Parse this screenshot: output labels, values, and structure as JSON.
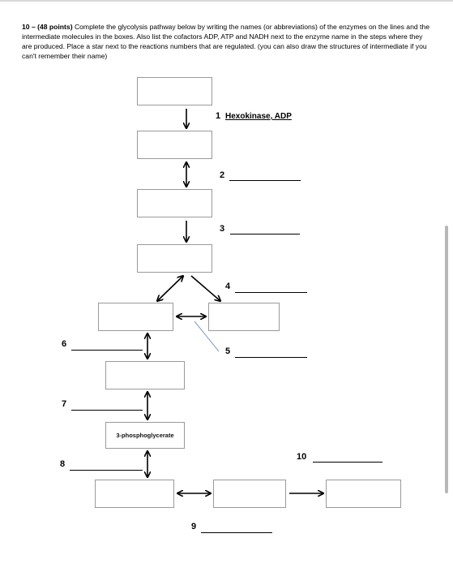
{
  "question": {
    "number_points": "10 – (48 points)",
    "text": " Complete the glycolysis pathway below by writing the names (or abbreviations) of the enzymes on the lines and the intermediate molecules in the boxes.  Also list the cofactors ADP, ATP and NADH next to the enzyme name in the steps where they are produced.  Place a star next to the reactions numbers that are regulated.  (you can also draw the structures of intermediate if you can't remember their name)"
  },
  "steps": {
    "s1": {
      "number": "1",
      "enzyme": "Hexokinase, ADP"
    },
    "s2": {
      "number": "2"
    },
    "s3": {
      "number": "3"
    },
    "s4": {
      "number": "4"
    },
    "s5": {
      "number": "5"
    },
    "s6": {
      "number": "6"
    },
    "s7": {
      "number": "7"
    },
    "s8": {
      "number": "8"
    },
    "s9": {
      "number": "9"
    },
    "s10": {
      "number": "10"
    }
  },
  "intermediates": {
    "box8": "3-phosphoglycerate"
  }
}
